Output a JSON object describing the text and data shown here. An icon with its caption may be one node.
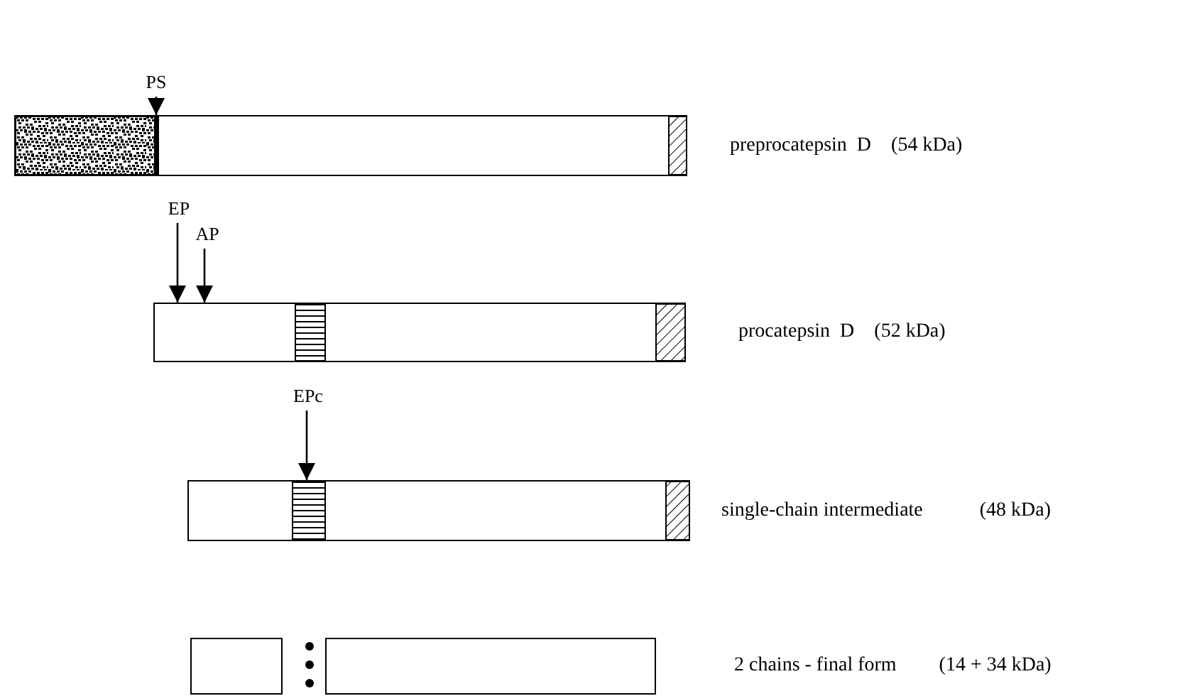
{
  "diagram": {
    "nodes": [
      {
        "text": [
          "PS"
        ]
      },
      {
        "text": [],
        "shape": "bar",
        "beside": [
          "preprocatepsin  D",
          "(54 kDa)"
        ]
      },
      {
        "text": [
          "EP"
        ]
      },
      {
        "text": [
          "AP"
        ]
      },
      {
        "text": [],
        "shape": "bar",
        "beside": [
          "procatepsin  D",
          "(52 kDa)"
        ]
      },
      {
        "text": [
          "EPc"
        ]
      },
      {
        "text": [],
        "shape": "bar",
        "beside": [
          "single-chain intermediate",
          "(48 kDa)"
        ]
      },
      {
        "text": [],
        "shape": "bar"
      },
      {
        "text": [],
        "shape": "bar",
        "beside": [
          "2 chains - final form",
          "(14 + 34 kDa)"
        ]
      }
    ],
    "edges": [
      {
        "from": 0,
        "to": 1,
        "arrow": "to"
      },
      {
        "from": 2,
        "to": 4,
        "arrow": "to"
      },
      {
        "from": 3,
        "to": 4,
        "arrow": "to"
      },
      {
        "from": 5,
        "to": 6,
        "arrow": "to"
      }
    ]
  }
}
